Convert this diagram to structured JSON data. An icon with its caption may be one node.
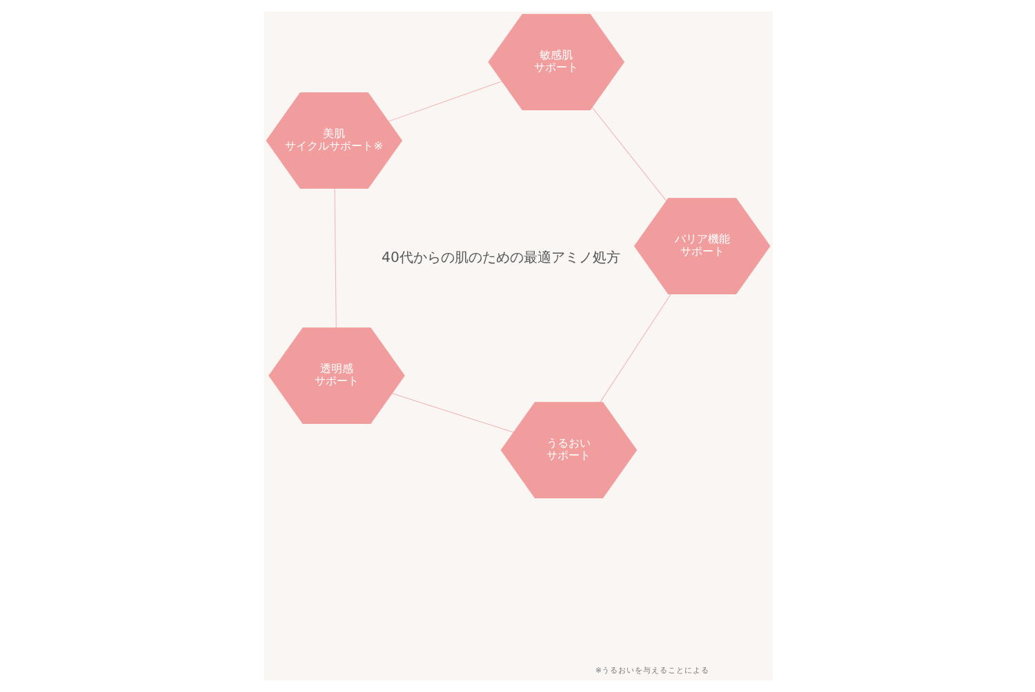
{
  "diagram": {
    "nodes": [
      {
        "text": [
          "美肌",
          "サイクルサポート※"
        ]
      },
      {
        "text": [
          "敏感肌",
          "サポート"
        ]
      },
      {
        "text": [
          "透明感",
          "サポート"
        ]
      },
      {
        "text": [
          "バリア機能",
          "サポート"
        ]
      },
      {
        "text": [
          "うるおい",
          "サポート"
        ]
      }
    ],
    "edges": [
      {
        "from": 0,
        "to": 2,
        "arrow": "none"
      },
      {
        "from": 2,
        "to": 4,
        "arrow": "none"
      },
      {
        "from": 4,
        "to": 3,
        "arrow": "none"
      },
      {
        "from": 3,
        "to": 1,
        "arrow": "none"
      },
      {
        "from": 1,
        "to": 0,
        "arrow": "none"
      }
    ],
    "labels": [
      "40代からの肌のための最適アミノ処方",
      "※うるおいを与えることによる"
    ]
  }
}
